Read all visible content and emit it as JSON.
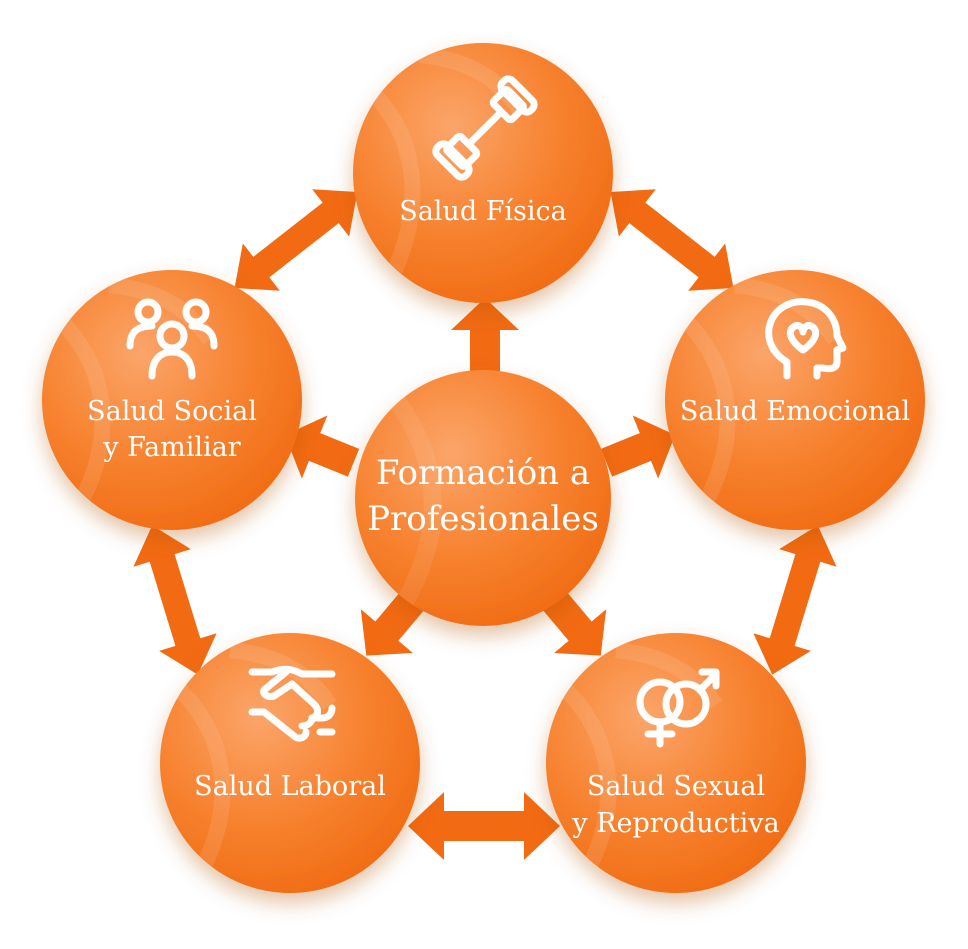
{
  "center": {
    "line1": "Formación a",
    "line2": "Profesionales"
  },
  "nodes": {
    "fisica": {
      "line1": "Salud Física",
      "icon": "dumbbell-icon"
    },
    "social": {
      "line1": "Salud Social",
      "line2": "y Familiar",
      "icon": "family-group-icon"
    },
    "emocional": {
      "line1": "Salud Emocional",
      "icon": "head-heart-icon"
    },
    "laboral": {
      "line1": "Salud Laboral",
      "icon": "handshake-icon"
    },
    "sexual": {
      "line1": "Salud Sexual",
      "line2": "y Reproductiva",
      "icon": "gender-symbols-icon"
    }
  },
  "colors": {
    "circle": "#f7782a",
    "circle_light": "#f9a162",
    "arrow": "#f26a12"
  }
}
